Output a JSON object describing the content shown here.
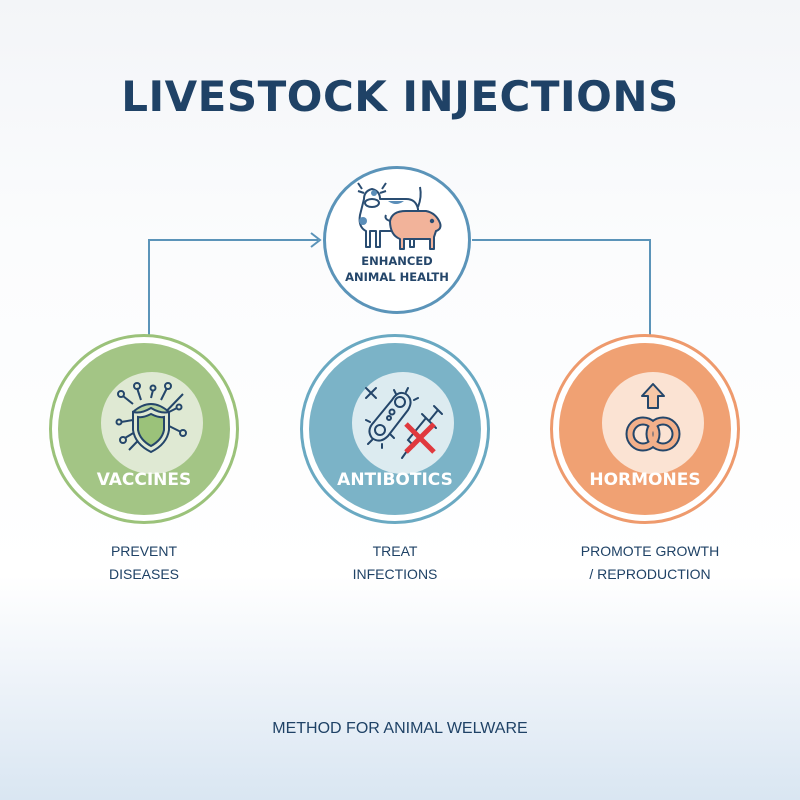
{
  "title": "LIVESTOCK INJECTIONS",
  "hub": {
    "label_line1": "ENHANCED",
    "label_line2": "ANIMAL HEALTH",
    "icon": "cow-and-pig-icon"
  },
  "methods": [
    {
      "label": "VACCINES",
      "icon": "virus-shield-icon",
      "description_line1": "PREVENT",
      "description_line2": "DISEASES",
      "color": "#a3c585"
    },
    {
      "label": "ANTIBOTICS",
      "icon": "bacteria-syringe-cross-icon",
      "description_line1": "TREAT",
      "description_line2": "INFECTIONS",
      "color": "#7bb3c7"
    },
    {
      "label": "HORMONES",
      "icon": "up-arrow-rings-icon",
      "description_line1": "PROMOTE GROWTH",
      "description_line2": "/ REPRODUCTION",
      "color": "#f0a173"
    }
  ],
  "footer": "METHOD FOR ANIMAL WELWARE",
  "colors": {
    "title": "#1f4266",
    "connector": "#5b94b9",
    "cross": "#e0393e"
  }
}
